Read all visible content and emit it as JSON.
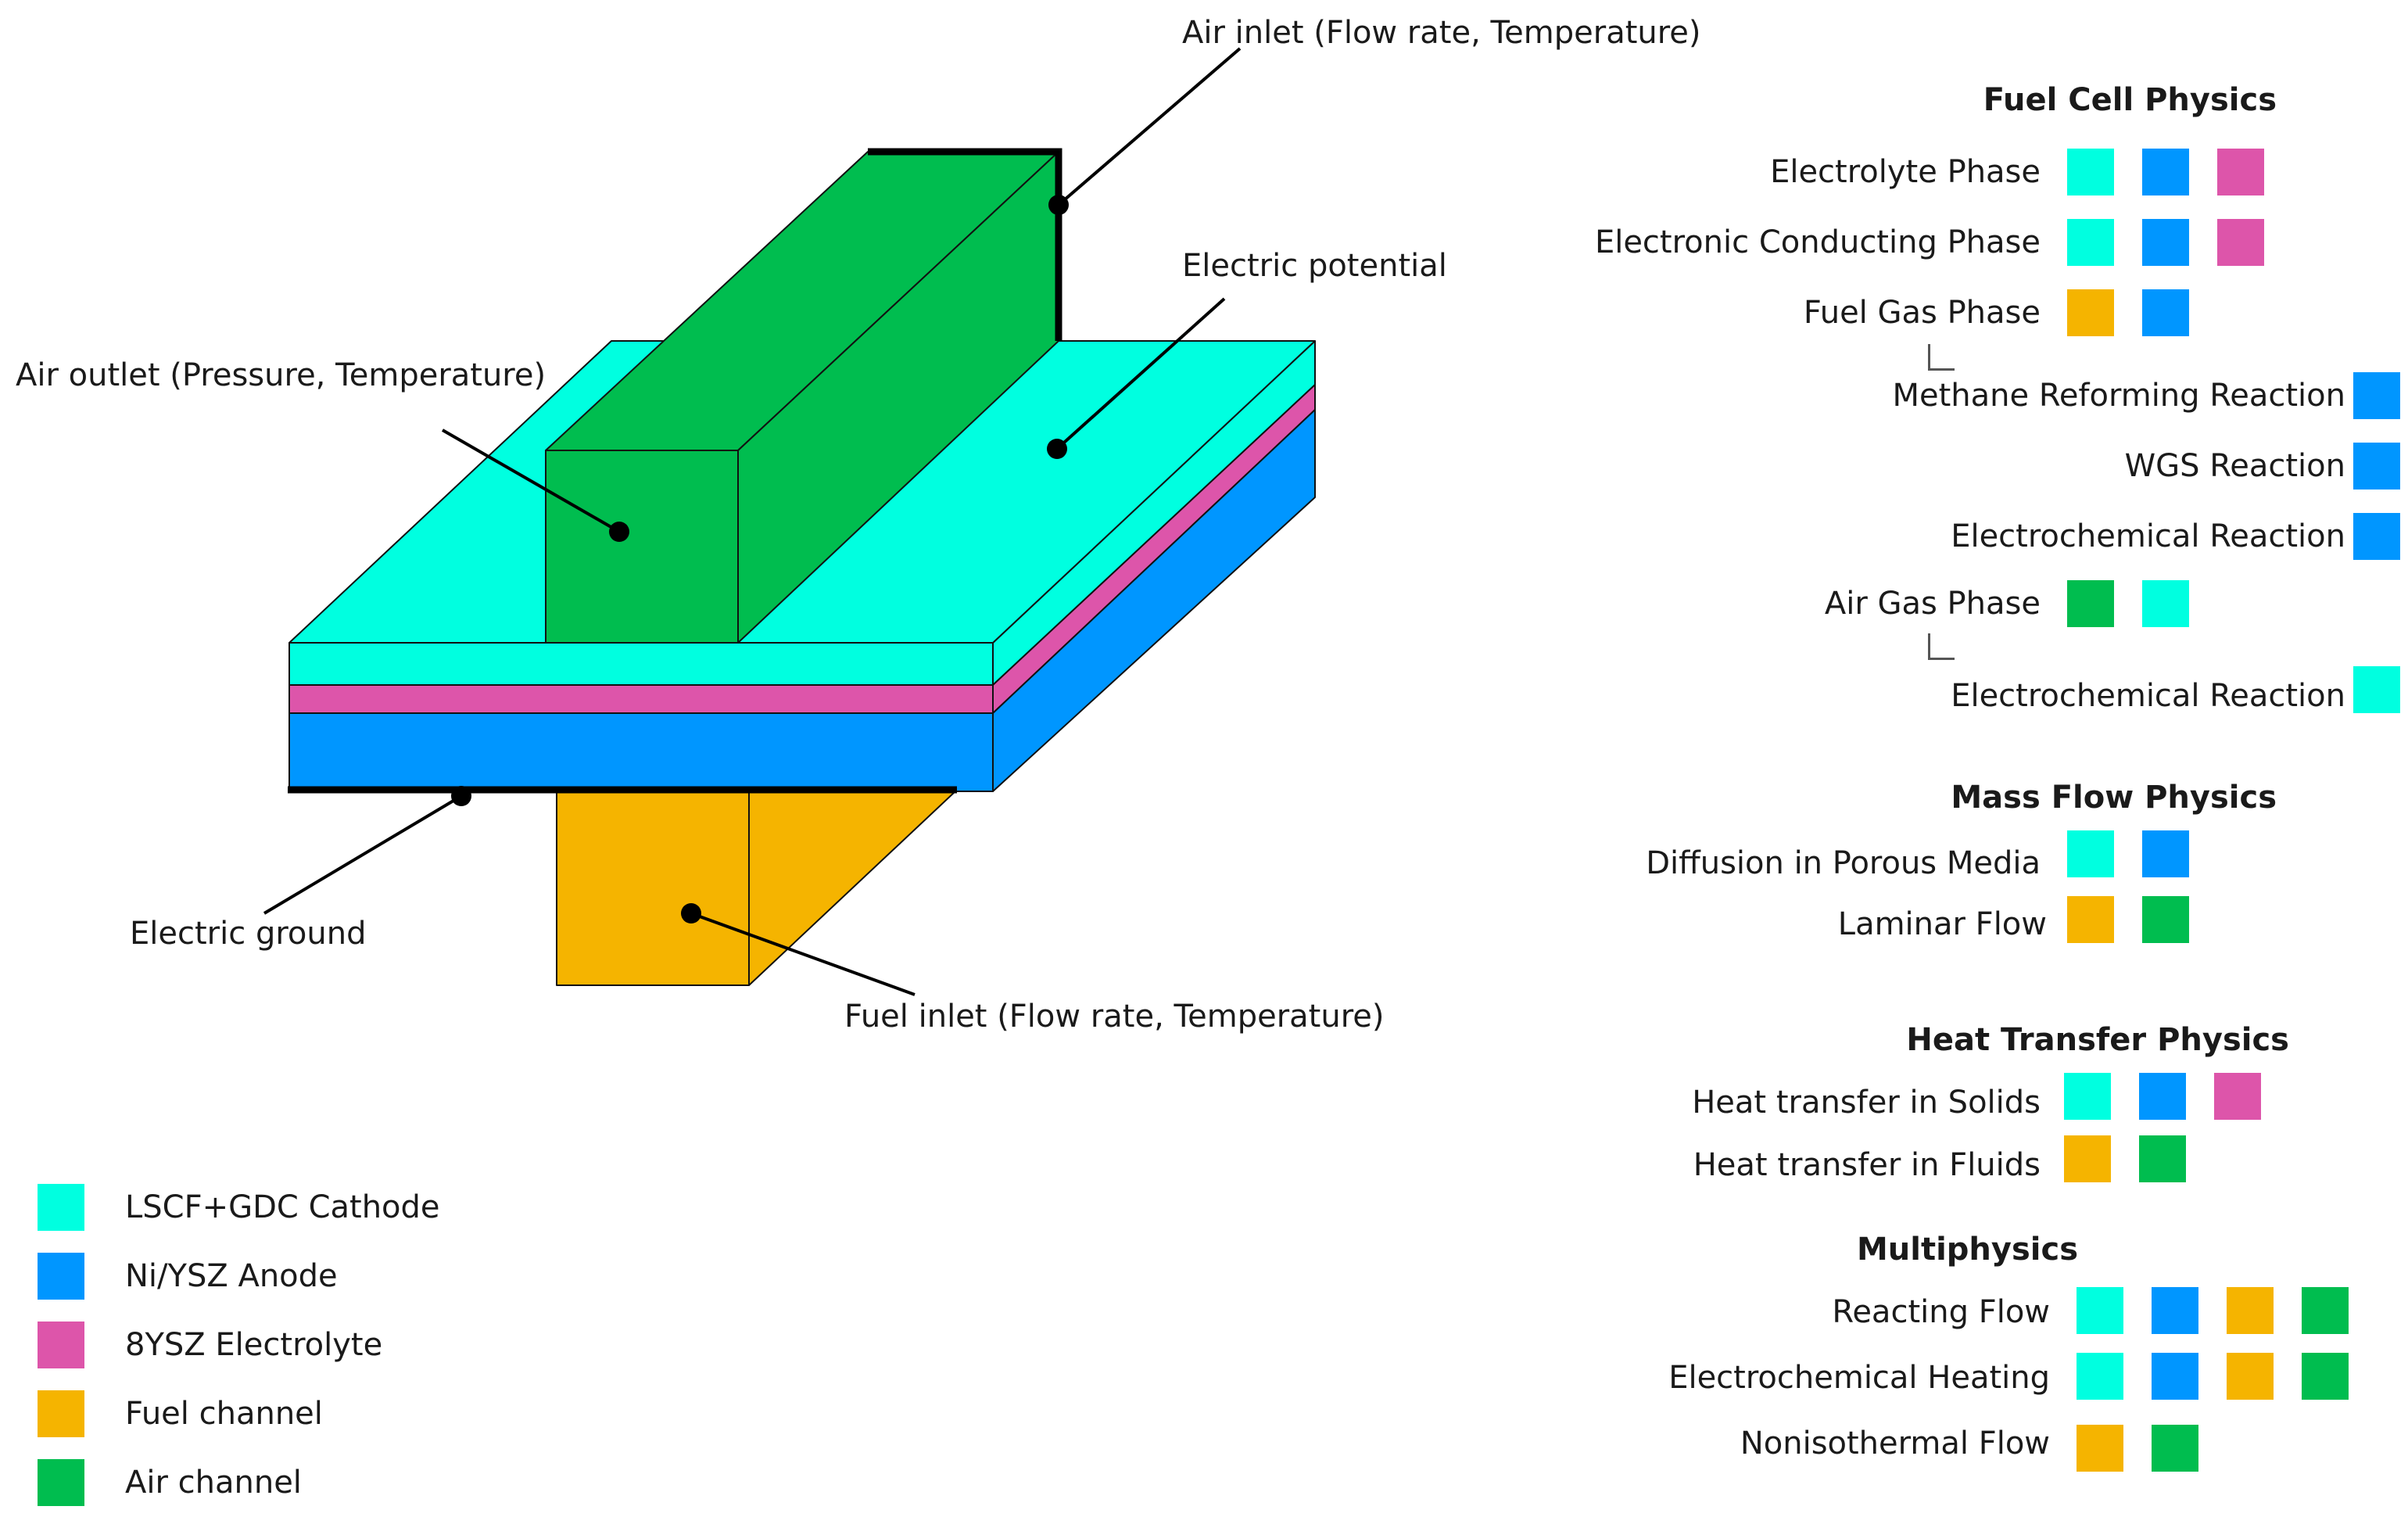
{
  "colors": {
    "cathode": "#00FFE0",
    "anode": "#0096FF",
    "electrolyte": "#DD55AA",
    "fuel_channel": "#F5B400",
    "air_channel": "#00BD4F"
  },
  "callouts": {
    "air_inlet": "Air inlet (Flow rate, Temperature)",
    "electric_potential": "Electric potential",
    "air_outlet": "Air outlet (Pressure, Temperature)",
    "electric_ground": "Electric ground",
    "fuel_inlet": "Fuel inlet (Flow rate, Temperature)"
  },
  "legend": [
    {
      "label": "LSCF+GDC Cathode",
      "color": "#00FFE0"
    },
    {
      "label": "Ni/YSZ Anode",
      "color": "#0096FF"
    },
    {
      "label": "8YSZ Electrolyte",
      "color": "#DD55AA"
    },
    {
      "label": "Fuel channel",
      "color": "#F5B400"
    },
    {
      "label": "Air channel",
      "color": "#00BD4F"
    }
  ],
  "physics": {
    "fuel_cell": {
      "title": "Fuel Cell Physics",
      "rows": [
        {
          "label": "Electrolyte Phase",
          "swatches": [
            "#00FFE0",
            "#0096FF",
            "#DD55AA"
          ]
        },
        {
          "label": "Electronic Conducting Phase",
          "swatches": [
            "#00FFE0",
            "#0096FF",
            "#DD55AA"
          ]
        },
        {
          "label": "Fuel Gas Phase",
          "swatches": [
            "#F5B400",
            "#0096FF"
          ]
        },
        {
          "label": "Methane Reforming Reaction",
          "swatches": [
            "#0096FF"
          ]
        },
        {
          "label": "WGS Reaction",
          "swatches": [
            "#0096FF"
          ]
        },
        {
          "label": "Electrochemical Reaction",
          "swatches": [
            "#0096FF"
          ]
        },
        {
          "label": "Air Gas Phase",
          "swatches": [
            "#00BD4F",
            "#00FFE0"
          ]
        },
        {
          "label": "Electrochemical Reaction",
          "swatches": [
            "#00FFE0"
          ]
        }
      ]
    },
    "mass_flow": {
      "title": "Mass Flow Physics",
      "rows": [
        {
          "label": "Diffusion in Porous Media",
          "swatches": [
            "#00FFE0",
            "#0096FF"
          ]
        },
        {
          "label": "Laminar Flow",
          "swatches": [
            "#F5B400",
            "#00BD4F"
          ]
        }
      ]
    },
    "heat_transfer": {
      "title": "Heat Transfer Physics",
      "rows": [
        {
          "label": "Heat transfer in Solids",
          "swatches": [
            "#00FFE0",
            "#0096FF",
            "#DD55AA"
          ]
        },
        {
          "label": "Heat transfer in Fluids",
          "swatches": [
            "#F5B400",
            "#00BD4F"
          ]
        }
      ]
    },
    "multiphysics": {
      "title": "Multiphysics",
      "rows": [
        {
          "label": "Reacting Flow",
          "swatches": [
            "#00FFE0",
            "#0096FF",
            "#F5B400",
            "#00BD4F"
          ]
        },
        {
          "label": "Electrochemical Heating",
          "swatches": [
            "#00FFE0",
            "#0096FF",
            "#F5B400",
            "#00BD4F"
          ]
        },
        {
          "label": "Nonisothermal Flow",
          "swatches": [
            "#F5B400",
            "#00BD4F"
          ]
        }
      ]
    }
  }
}
